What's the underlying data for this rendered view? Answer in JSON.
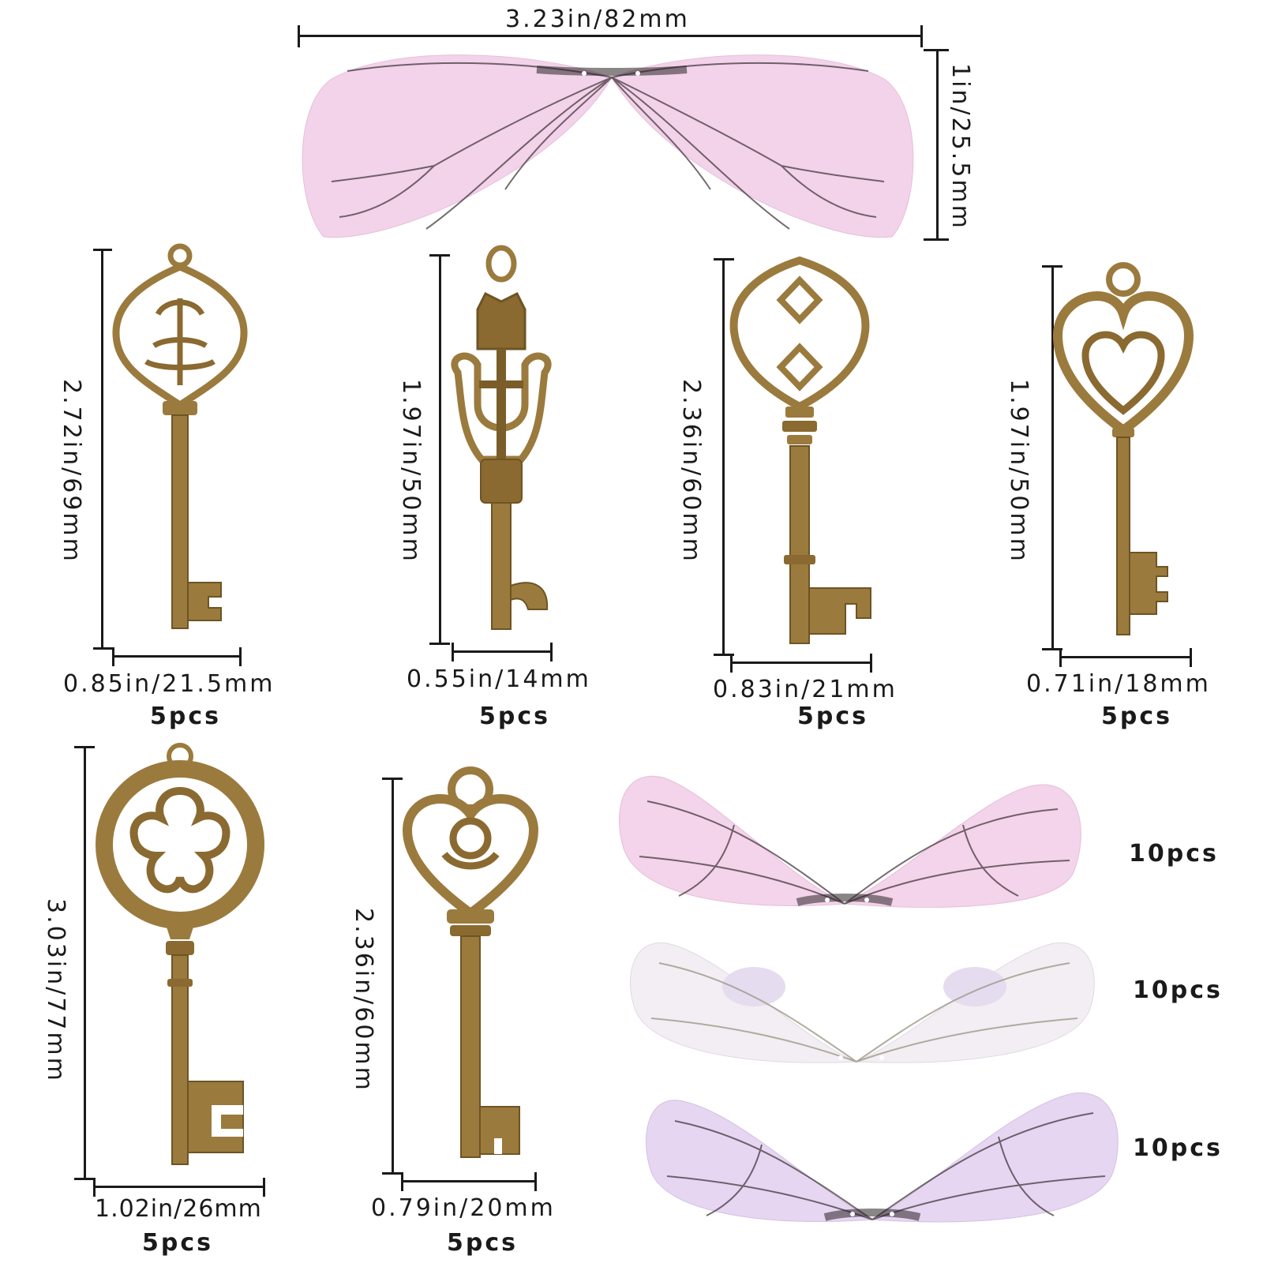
{
  "top_wing": {
    "width_label": "3.23in/82mm",
    "height_label": "1in/25.5mm",
    "color": "#f2d3ea"
  },
  "keys": [
    {
      "height_label": "2.72in/69mm",
      "width_label": "0.85in/21.5mm",
      "qty": "5pcs"
    },
    {
      "height_label": "1.97in/50mm",
      "width_label": "0.55in/14mm",
      "qty": "5pcs"
    },
    {
      "height_label": "2.36in/60mm",
      "width_label": "0.83in/21mm",
      "qty": "5pcs"
    },
    {
      "height_label": "1.97in/50mm",
      "width_label": "0.71in/18mm",
      "qty": "5pcs"
    },
    {
      "height_label": "3.03in/77mm",
      "width_label": "1.02in/26mm",
      "qty": "5pcs"
    },
    {
      "height_label": "2.36in/60mm",
      "width_label": "0.79in/20mm",
      "qty": "5pcs"
    }
  ],
  "wing_sets": [
    {
      "qty": "10pcs",
      "color": "#f3d4ea"
    },
    {
      "qty": "10pcs",
      "color": "#f3eef4"
    },
    {
      "qty": "10pcs",
      "color": "#e6d6f2"
    }
  ],
  "colors": {
    "bronze": "#9b7a3d",
    "bronze_dark": "#6e5424",
    "vein": "#3a2e32"
  }
}
